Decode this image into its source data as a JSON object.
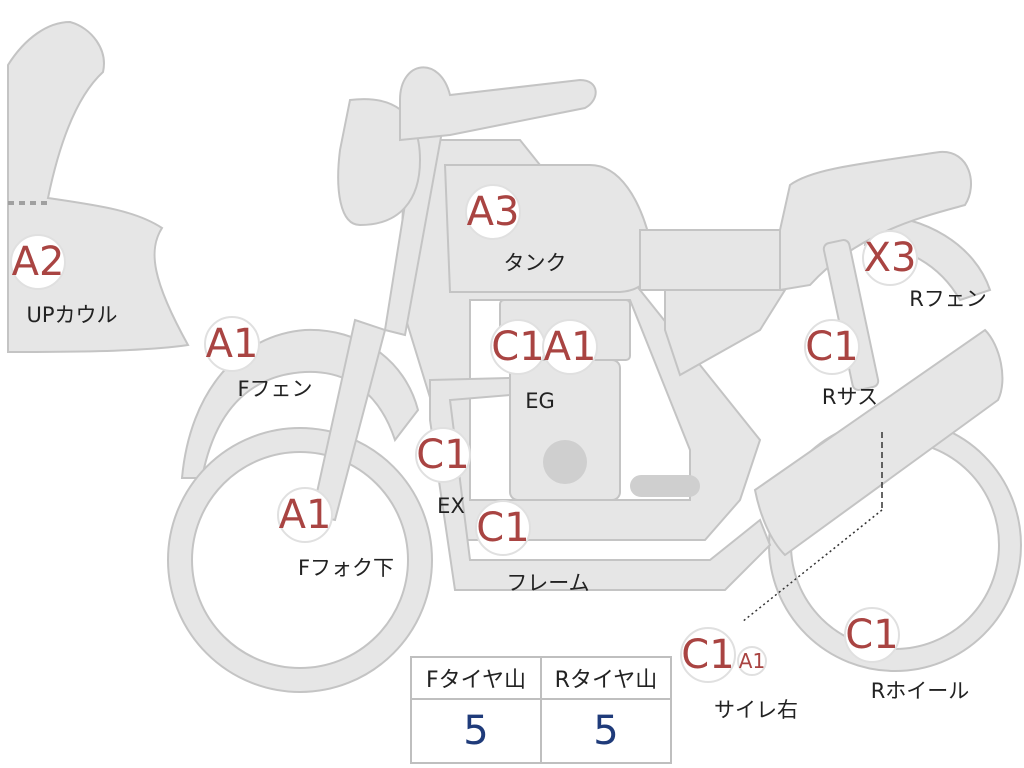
{
  "parts": [
    {
      "id": "upcowl",
      "grade": "A2",
      "label": "UPカウル"
    },
    {
      "id": "ffender",
      "grade": "A1",
      "label": "Fフェン"
    },
    {
      "id": "tank",
      "grade": "A3",
      "label": "タンク"
    },
    {
      "id": "eg",
      "grades": [
        "C1",
        "A1"
      ],
      "label": "EG"
    },
    {
      "id": "ex",
      "grade": "C1",
      "label": "EX"
    },
    {
      "id": "ffork",
      "grade": "A1",
      "label": "Fフォク下"
    },
    {
      "id": "frame",
      "grade": "C1",
      "label": "フレーム"
    },
    {
      "id": "rfender",
      "grade": "X3",
      "label": "Rフェン"
    },
    {
      "id": "rsus",
      "grade": "C1",
      "label": "Rサス"
    },
    {
      "id": "rwheel",
      "grade": "C1",
      "label": "Rホイール"
    },
    {
      "id": "silencer",
      "grades": [
        "C1",
        "A1"
      ],
      "label": "サイレ右"
    }
  ],
  "tire_table": {
    "headers": [
      "Fタイヤ山",
      "Rタイヤ山"
    ],
    "values": [
      "5",
      "5"
    ]
  },
  "colors": {
    "grade": "#a94442",
    "value": "#1f3b7a",
    "part": "#e6e6e6"
  }
}
